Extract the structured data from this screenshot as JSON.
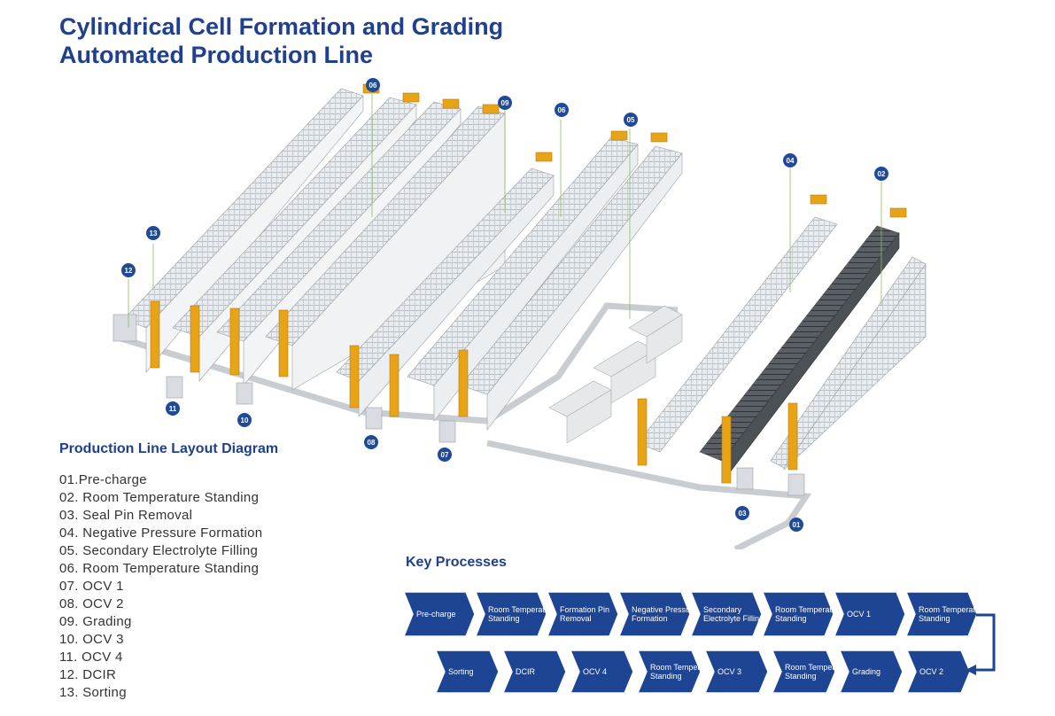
{
  "title": {
    "line1": "Cylindrical Cell Formation and Grading",
    "line2": "Automated Production Line"
  },
  "layout_heading": "Production Line Layout Diagram",
  "legend": [
    "01.Pre-charge",
    "02. Room Temperature Standing",
    "03. Seal Pin Removal",
    "04. Negative Pressure Formation",
    "05. Secondary Electrolyte Filling",
    "06. Room Temperature Standing",
    "07. OCV 1",
    "08. OCV 2",
    "09. Grading",
    "10. OCV 3",
    "11. OCV 4",
    "12. DCIR",
    "13. Sorting"
  ],
  "markers": [
    "06",
    "09",
    "06",
    "05",
    "04",
    "02",
    "13",
    "12",
    "11",
    "10",
    "08",
    "07",
    "03",
    "01"
  ],
  "key_processes_heading": "Key Processes",
  "process_row1": [
    [
      "Pre-charge"
    ],
    [
      "Room Temperature",
      "Standing"
    ],
    [
      "Formation Pin",
      "Removal"
    ],
    [
      "Negative Pressure",
      "Formation"
    ],
    [
      "Secondary",
      "Electrolyte Filling"
    ],
    [
      "Room Temperature",
      "Standing"
    ],
    [
      "OCV 1"
    ],
    [
      "Room Temperature",
      "Standing"
    ]
  ],
  "process_row2": [
    [
      "Sorting"
    ],
    [
      "DCIR"
    ],
    [
      "OCV 4"
    ],
    [
      "Room Temperature",
      "Standing"
    ],
    [
      "OCV 3"
    ],
    [
      "Room Temperature",
      "Standing"
    ],
    [
      "Grading"
    ],
    [
      "OCV 2"
    ]
  ],
  "colors": {
    "brand_blue": "#1f3f8f",
    "chevron_blue": "#1e4494",
    "marker_blue": "#1f4a99",
    "rack_grey": "#d9dde2",
    "rack_dark": "#3f4449",
    "robot_yellow": "#e8a317"
  },
  "icons": [
    "production-line-illustration",
    "flow-arrow-icon"
  ]
}
